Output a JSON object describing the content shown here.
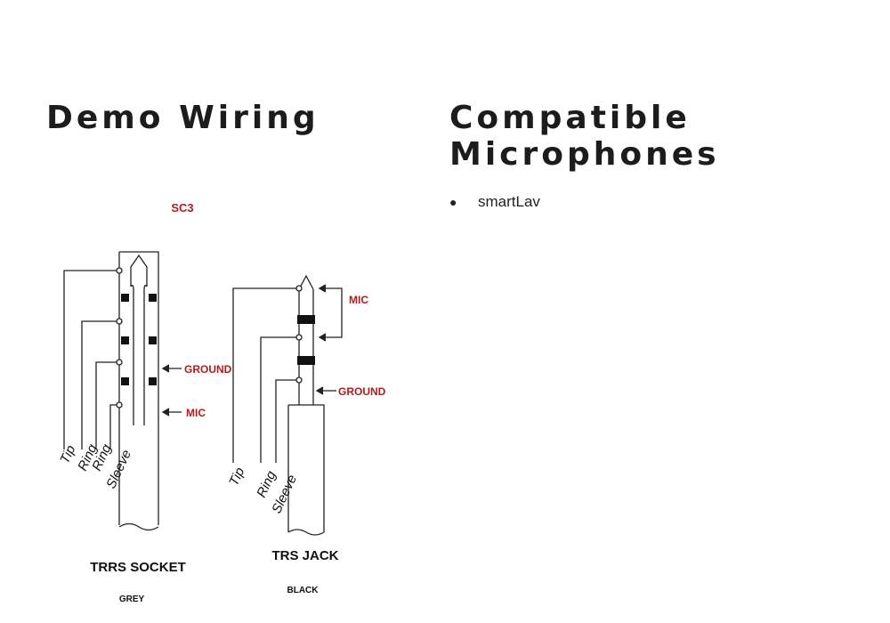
{
  "headings": {
    "demo_wiring": "Demo Wiring",
    "compatible_microphones": "Compatible Microphones"
  },
  "microphones": [
    "smartLav"
  ],
  "colors": {
    "accent_red": "#b01c1c",
    "line": "#222222"
  },
  "socket": {
    "model": "SC3",
    "title": "TRRS SOCKET",
    "color_label": "GREY",
    "wire_labels": [
      "Tip",
      "Ring",
      "Ring",
      "Sleeve"
    ],
    "callouts": [
      "GROUND",
      "MIC"
    ]
  },
  "jack": {
    "title": "TRS JACK",
    "color_label": "BLACK",
    "wire_labels": [
      "Tip",
      "Ring",
      "Sleeve"
    ],
    "callouts": [
      "MIC",
      "GROUND"
    ]
  }
}
